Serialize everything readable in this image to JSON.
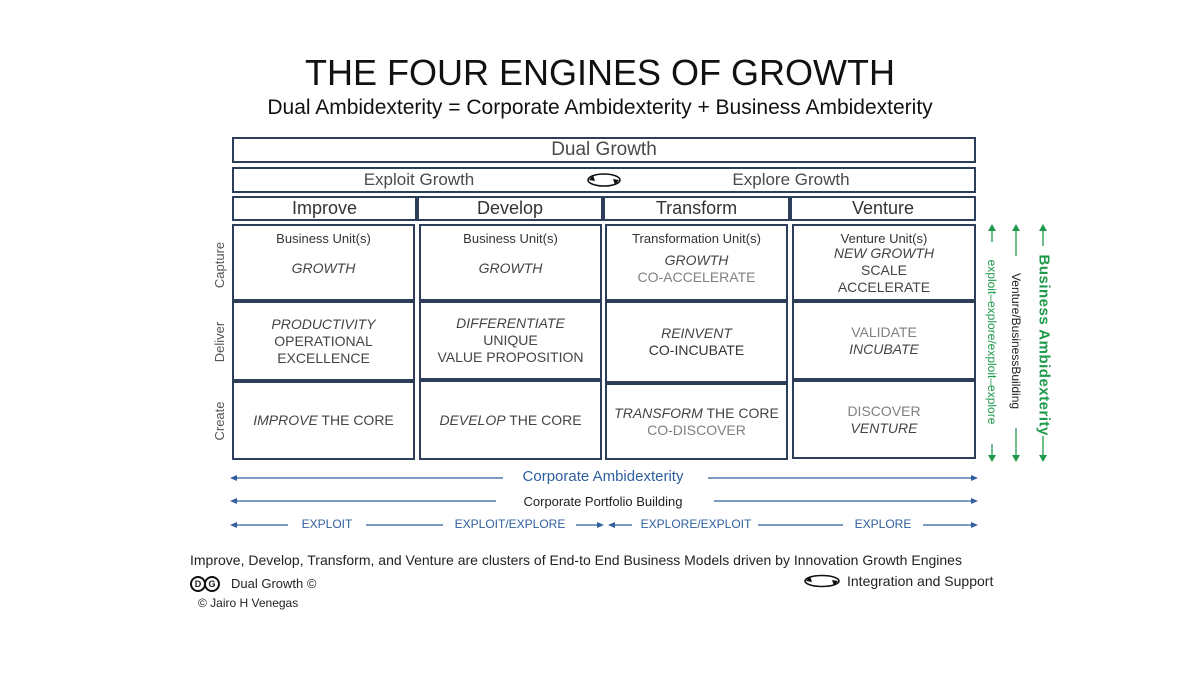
{
  "title": "THE FOUR ENGINES OF GROWTH",
  "subtitle": "Dual Ambidexterity = Corporate Ambidexterity + Business Ambidexterity",
  "dual_growth": "Dual Growth",
  "exploit_growth": "Exploit Growth",
  "explore_growth": "Explore Growth",
  "columns": [
    {
      "header": "Improve",
      "unit": "Business Unit(s)"
    },
    {
      "header": "Develop",
      "unit": "Business Unit(s)"
    },
    {
      "header": "Transform",
      "unit": "Transformation Unit(s)"
    },
    {
      "header": "Venture",
      "unit": "Venture Unit(s)"
    }
  ],
  "rows": [
    "Capture",
    "Deliver",
    "Create"
  ],
  "cells": {
    "improve": {
      "capture": "GROWTH",
      "deliver_1": "PRODUCTIVITY",
      "deliver_2": "OPERATIONAL",
      "deliver_3": "EXCELLENCE",
      "create_1": "IMPROVE",
      "create_2": " THE CORE"
    },
    "develop": {
      "capture": "GROWTH",
      "deliver_1": "DIFFERENTIATE",
      "deliver_2": "UNIQUE",
      "deliver_3": "VALUE PROPOSITION",
      "create_1": "DEVELOP",
      "create_2": " THE CORE"
    },
    "transform": {
      "capture_1": "GROWTH",
      "capture_2": "CO-ACCELERATE",
      "deliver_1": "REINVENT",
      "deliver_2": "CO-INCUBATE",
      "create_1": "TRANSFORM",
      "create_2": " THE CORE",
      "create_3": "CO-DISCOVER"
    },
    "venture": {
      "capture_1": "NEW GROWTH",
      "capture_2": "SCALE",
      "capture_3": "ACCELERATE",
      "deliver_1": "VALIDATE",
      "deliver_2": "INCUBATE",
      "create_1": "DISCOVER",
      "create_2": "VENTURE"
    }
  },
  "side": {
    "exploit_explore": "exploit–explore/exploit–explore",
    "venture_building": "Venture/BusinessBuilding",
    "business_ambidexterity": "Business Ambidexterity"
  },
  "bottom": {
    "corporate_ambidexterity": "Corporate Ambidexterity",
    "portfolio_building": "Corporate Portfolio Building",
    "exploit": "EXPLOIT",
    "exploit_explore": "EXPLOIT/EXPLORE",
    "explore_exploit": "EXPLORE/EXPLOIT",
    "explore": "EXPLORE"
  },
  "footer": {
    "note": "Improve, Develop, Transform, and Venture are clusters of End-to End Business Models driven by Innovation Growth Engines",
    "brand": "Dual Growth ©",
    "logo_left": "D",
    "logo_right": "G",
    "copyright": "© Jairo H Venegas",
    "integration": "Integration and Support"
  },
  "colors": {
    "border": "#2d3e5a",
    "green": "#1e9a4a",
    "blue": "#2f5f9e"
  }
}
